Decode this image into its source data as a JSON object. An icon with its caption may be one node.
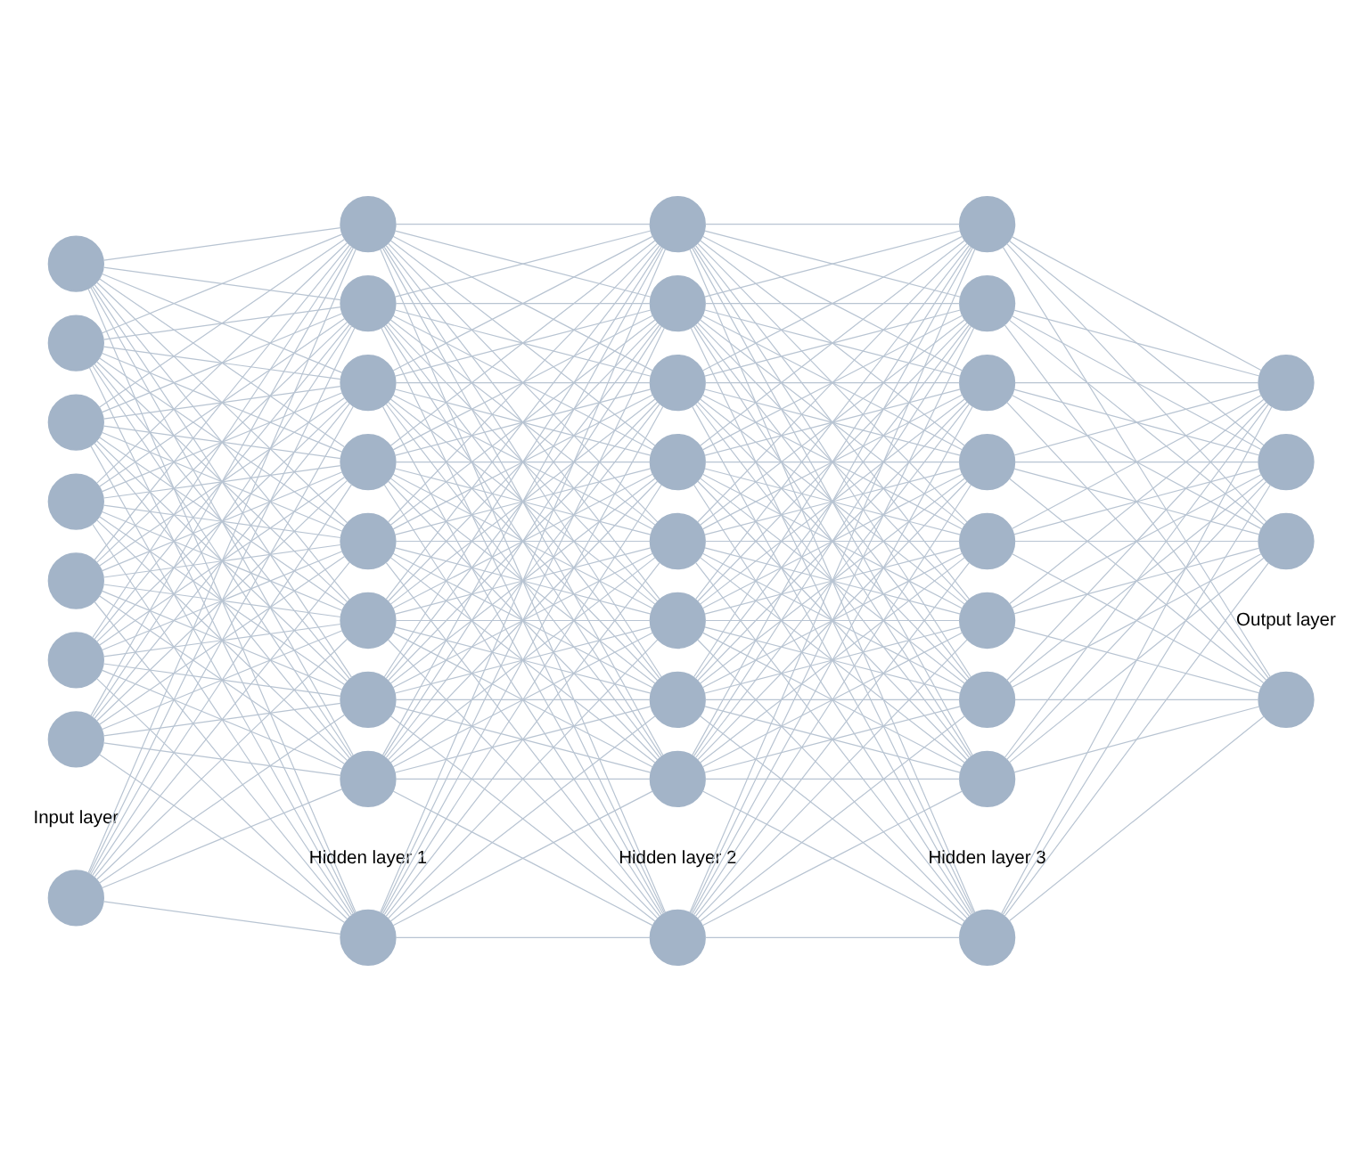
{
  "diagram": {
    "nodes": [
      {
        "text": [],
        "shape": "circle"
      },
      {
        "text": [],
        "shape": "circle"
      },
      {
        "text": [],
        "shape": "circle"
      },
      {
        "text": [],
        "shape": "circle"
      },
      {
        "text": [],
        "shape": "circle"
      },
      {
        "text": [],
        "shape": "circle"
      },
      {
        "text": [],
        "shape": "circle"
      },
      {
        "text": [],
        "shape": "circle"
      },
      {
        "text": [],
        "shape": "circle"
      },
      {
        "text": [],
        "shape": "circle"
      },
      {
        "text": [],
        "shape": "circle"
      },
      {
        "text": [],
        "shape": "circle"
      },
      {
        "text": [],
        "shape": "circle"
      },
      {
        "text": [],
        "shape": "circle"
      },
      {
        "text": [],
        "shape": "circle"
      },
      {
        "text": [],
        "shape": "circle"
      },
      {
        "text": [],
        "shape": "circle"
      },
      {
        "text": [],
        "shape": "circle"
      },
      {
        "text": [],
        "shape": "circle"
      },
      {
        "text": [],
        "shape": "circle"
      },
      {
        "text": [],
        "shape": "circle"
      },
      {
        "text": [],
        "shape": "circle"
      },
      {
        "text": [],
        "shape": "circle"
      },
      {
        "text": [],
        "shape": "circle"
      },
      {
        "text": [],
        "shape": "circle"
      },
      {
        "text": [],
        "shape": "circle"
      },
      {
        "text": [],
        "shape": "circle"
      },
      {
        "text": [],
        "shape": "circle"
      },
      {
        "text": [],
        "shape": "circle"
      },
      {
        "text": [],
        "shape": "circle"
      },
      {
        "text": [],
        "shape": "circle"
      },
      {
        "text": [],
        "shape": "circle"
      },
      {
        "text": [],
        "shape": "circle"
      },
      {
        "text": [],
        "shape": "circle"
      },
      {
        "text": [],
        "shape": "circle"
      },
      {
        "text": [],
        "shape": "circle"
      },
      {
        "text": [],
        "shape": "circle"
      },
      {
        "text": [],
        "shape": "circle"
      },
      {
        "text": [],
        "shape": "circle"
      }
    ],
    "edges": [
      {
        "from": 0,
        "to": 8,
        "arrow": "none"
      },
      {
        "from": 0,
        "to": 9,
        "arrow": "none"
      },
      {
        "from": 0,
        "to": 10,
        "arrow": "none"
      },
      {
        "from": 0,
        "to": 11,
        "arrow": "none"
      },
      {
        "from": 0,
        "to": 12,
        "arrow": "none"
      },
      {
        "from": 0,
        "to": 13,
        "arrow": "none"
      },
      {
        "from": 0,
        "to": 14,
        "arrow": "none"
      },
      {
        "from": 0,
        "to": 15,
        "arrow": "none"
      },
      {
        "from": 0,
        "to": 16,
        "arrow": "none"
      },
      {
        "from": 1,
        "to": 8,
        "arrow": "none"
      },
      {
        "from": 1,
        "to": 9,
        "arrow": "none"
      },
      {
        "from": 1,
        "to": 10,
        "arrow": "none"
      },
      {
        "from": 1,
        "to": 11,
        "arrow": "none"
      },
      {
        "from": 1,
        "to": 12,
        "arrow": "none"
      },
      {
        "from": 1,
        "to": 13,
        "arrow": "none"
      },
      {
        "from": 1,
        "to": 14,
        "arrow": "none"
      },
      {
        "from": 1,
        "to": 15,
        "arrow": "none"
      },
      {
        "from": 1,
        "to": 16,
        "arrow": "none"
      },
      {
        "from": 2,
        "to": 8,
        "arrow": "none"
      },
      {
        "from": 2,
        "to": 9,
        "arrow": "none"
      },
      {
        "from": 2,
        "to": 10,
        "arrow": "none"
      },
      {
        "from": 2,
        "to": 11,
        "arrow": "none"
      },
      {
        "from": 2,
        "to": 12,
        "arrow": "none"
      },
      {
        "from": 2,
        "to": 13,
        "arrow": "none"
      },
      {
        "from": 2,
        "to": 14,
        "arrow": "none"
      },
      {
        "from": 2,
        "to": 15,
        "arrow": "none"
      },
      {
        "from": 2,
        "to": 16,
        "arrow": "none"
      },
      {
        "from": 3,
        "to": 8,
        "arrow": "none"
      },
      {
        "from": 3,
        "to": 9,
        "arrow": "none"
      },
      {
        "from": 3,
        "to": 10,
        "arrow": "none"
      },
      {
        "from": 3,
        "to": 11,
        "arrow": "none"
      },
      {
        "from": 3,
        "to": 12,
        "arrow": "none"
      },
      {
        "from": 3,
        "to": 13,
        "arrow": "none"
      },
      {
        "from": 3,
        "to": 14,
        "arrow": "none"
      },
      {
        "from": 3,
        "to": 15,
        "arrow": "none"
      },
      {
        "from": 3,
        "to": 16,
        "arrow": "none"
      },
      {
        "from": 4,
        "to": 8,
        "arrow": "none"
      },
      {
        "from": 4,
        "to": 9,
        "arrow": "none"
      },
      {
        "from": 4,
        "to": 10,
        "arrow": "none"
      },
      {
        "from": 4,
        "to": 11,
        "arrow": "none"
      },
      {
        "from": 4,
        "to": 12,
        "arrow": "none"
      },
      {
        "from": 4,
        "to": 13,
        "arrow": "none"
      },
      {
        "from": 4,
        "to": 14,
        "arrow": "none"
      },
      {
        "from": 4,
        "to": 15,
        "arrow": "none"
      },
      {
        "from": 4,
        "to": 16,
        "arrow": "none"
      },
      {
        "from": 5,
        "to": 8,
        "arrow": "none"
      },
      {
        "from": 5,
        "to": 9,
        "arrow": "none"
      },
      {
        "from": 5,
        "to": 10,
        "arrow": "none"
      },
      {
        "from": 5,
        "to": 11,
        "arrow": "none"
      },
      {
        "from": 5,
        "to": 12,
        "arrow": "none"
      },
      {
        "from": 5,
        "to": 13,
        "arrow": "none"
      },
      {
        "from": 5,
        "to": 14,
        "arrow": "none"
      },
      {
        "from": 5,
        "to": 15,
        "arrow": "none"
      },
      {
        "from": 5,
        "to": 16,
        "arrow": "none"
      },
      {
        "from": 6,
        "to": 8,
        "arrow": "none"
      },
      {
        "from": 6,
        "to": 9,
        "arrow": "none"
      },
      {
        "from": 6,
        "to": 10,
        "arrow": "none"
      },
      {
        "from": 6,
        "to": 11,
        "arrow": "none"
      },
      {
        "from": 6,
        "to": 12,
        "arrow": "none"
      },
      {
        "from": 6,
        "to": 13,
        "arrow": "none"
      },
      {
        "from": 6,
        "to": 14,
        "arrow": "none"
      },
      {
        "from": 6,
        "to": 15,
        "arrow": "none"
      },
      {
        "from": 6,
        "to": 16,
        "arrow": "none"
      },
      {
        "from": 7,
        "to": 8,
        "arrow": "none"
      },
      {
        "from": 7,
        "to": 9,
        "arrow": "none"
      },
      {
        "from": 7,
        "to": 10,
        "arrow": "none"
      },
      {
        "from": 7,
        "to": 11,
        "arrow": "none"
      },
      {
        "from": 7,
        "to": 12,
        "arrow": "none"
      },
      {
        "from": 7,
        "to": 13,
        "arrow": "none"
      },
      {
        "from": 7,
        "to": 14,
        "arrow": "none"
      },
      {
        "from": 7,
        "to": 15,
        "arrow": "none"
      },
      {
        "from": 7,
        "to": 16,
        "arrow": "none"
      },
      {
        "from": 8,
        "to": 17,
        "arrow": "none"
      },
      {
        "from": 8,
        "to": 18,
        "arrow": "none"
      },
      {
        "from": 8,
        "to": 19,
        "arrow": "none"
      },
      {
        "from": 8,
        "to": 20,
        "arrow": "none"
      },
      {
        "from": 8,
        "to": 21,
        "arrow": "none"
      },
      {
        "from": 8,
        "to": 22,
        "arrow": "none"
      },
      {
        "from": 8,
        "to": 23,
        "arrow": "none"
      },
      {
        "from": 8,
        "to": 24,
        "arrow": "none"
      },
      {
        "from": 8,
        "to": 25,
        "arrow": "none"
      },
      {
        "from": 9,
        "to": 17,
        "arrow": "none"
      },
      {
        "from": 9,
        "to": 18,
        "arrow": "none"
      },
      {
        "from": 9,
        "to": 19,
        "arrow": "none"
      },
      {
        "from": 9,
        "to": 20,
        "arrow": "none"
      },
      {
        "from": 9,
        "to": 21,
        "arrow": "none"
      },
      {
        "from": 9,
        "to": 22,
        "arrow": "none"
      },
      {
        "from": 9,
        "to": 23,
        "arrow": "none"
      },
      {
        "from": 9,
        "to": 24,
        "arrow": "none"
      },
      {
        "from": 9,
        "to": 25,
        "arrow": "none"
      },
      {
        "from": 10,
        "to": 17,
        "arrow": "none"
      },
      {
        "from": 10,
        "to": 18,
        "arrow": "none"
      },
      {
        "from": 10,
        "to": 19,
        "arrow": "none"
      },
      {
        "from": 10,
        "to": 20,
        "arrow": "none"
      },
      {
        "from": 10,
        "to": 21,
        "arrow": "none"
      },
      {
        "from": 10,
        "to": 22,
        "arrow": "none"
      },
      {
        "from": 10,
        "to": 23,
        "arrow": "none"
      },
      {
        "from": 10,
        "to": 24,
        "arrow": "none"
      },
      {
        "from": 10,
        "to": 25,
        "arrow": "none"
      },
      {
        "from": 11,
        "to": 17,
        "arrow": "none"
      },
      {
        "from": 11,
        "to": 18,
        "arrow": "none"
      },
      {
        "from": 11,
        "to": 19,
        "arrow": "none"
      },
      {
        "from": 11,
        "to": 20,
        "arrow": "none"
      },
      {
        "from": 11,
        "to": 21,
        "arrow": "none"
      },
      {
        "from": 11,
        "to": 22,
        "arrow": "none"
      },
      {
        "from": 11,
        "to": 23,
        "arrow": "none"
      },
      {
        "from": 11,
        "to": 24,
        "arrow": "none"
      },
      {
        "from": 11,
        "to": 25,
        "arrow": "none"
      },
      {
        "from": 12,
        "to": 17,
        "arrow": "none"
      },
      {
        "from": 12,
        "to": 18,
        "arrow": "none"
      },
      {
        "from": 12,
        "to": 19,
        "arrow": "none"
      },
      {
        "from": 12,
        "to": 20,
        "arrow": "none"
      },
      {
        "from": 12,
        "to": 21,
        "arrow": "none"
      },
      {
        "from": 12,
        "to": 22,
        "arrow": "none"
      },
      {
        "from": 12,
        "to": 23,
        "arrow": "none"
      },
      {
        "from": 12,
        "to": 24,
        "arrow": "none"
      },
      {
        "from": 12,
        "to": 25,
        "arrow": "none"
      },
      {
        "from": 13,
        "to": 17,
        "arrow": "none"
      },
      {
        "from": 13,
        "to": 18,
        "arrow": "none"
      },
      {
        "from": 13,
        "to": 19,
        "arrow": "none"
      },
      {
        "from": 13,
        "to": 20,
        "arrow": "none"
      },
      {
        "from": 13,
        "to": 21,
        "arrow": "none"
      },
      {
        "from": 13,
        "to": 22,
        "arrow": "none"
      },
      {
        "from": 13,
        "to": 23,
        "arrow": "none"
      },
      {
        "from": 13,
        "to": 24,
        "arrow": "none"
      },
      {
        "from": 13,
        "to": 25,
        "arrow": "none"
      },
      {
        "from": 14,
        "to": 17,
        "arrow": "none"
      },
      {
        "from": 14,
        "to": 18,
        "arrow": "none"
      },
      {
        "from": 14,
        "to": 19,
        "arrow": "none"
      },
      {
        "from": 14,
        "to": 20,
        "arrow": "none"
      },
      {
        "from": 14,
        "to": 21,
        "arrow": "none"
      },
      {
        "from": 14,
        "to": 22,
        "arrow": "none"
      },
      {
        "from": 14,
        "to": 23,
        "arrow": "none"
      },
      {
        "from": 14,
        "to": 24,
        "arrow": "none"
      },
      {
        "from": 14,
        "to": 25,
        "arrow": "none"
      },
      {
        "from": 15,
        "to": 17,
        "arrow": "none"
      },
      {
        "from": 15,
        "to": 18,
        "arrow": "none"
      },
      {
        "from": 15,
        "to": 19,
        "arrow": "none"
      },
      {
        "from": 15,
        "to": 20,
        "arrow": "none"
      },
      {
        "from": 15,
        "to": 21,
        "arrow": "none"
      },
      {
        "from": 15,
        "to": 22,
        "arrow": "none"
      },
      {
        "from": 15,
        "to": 23,
        "arrow": "none"
      },
      {
        "from": 15,
        "to": 24,
        "arrow": "none"
      },
      {
        "from": 15,
        "to": 25,
        "arrow": "none"
      },
      {
        "from": 16,
        "to": 17,
        "arrow": "none"
      },
      {
        "from": 16,
        "to": 18,
        "arrow": "none"
      },
      {
        "from": 16,
        "to": 19,
        "arrow": "none"
      },
      {
        "from": 16,
        "to": 20,
        "arrow": "none"
      },
      {
        "from": 16,
        "to": 21,
        "arrow": "none"
      },
      {
        "from": 16,
        "to": 22,
        "arrow": "none"
      },
      {
        "from": 16,
        "to": 23,
        "arrow": "none"
      },
      {
        "from": 16,
        "to": 24,
        "arrow": "none"
      },
      {
        "from": 16,
        "to": 25,
        "arrow": "none"
      },
      {
        "from": 17,
        "to": 26,
        "arrow": "none"
      },
      {
        "from": 17,
        "to": 27,
        "arrow": "none"
      },
      {
        "from": 17,
        "to": 28,
        "arrow": "none"
      },
      {
        "from": 17,
        "to": 29,
        "arrow": "none"
      },
      {
        "from": 17,
        "to": 30,
        "arrow": "none"
      },
      {
        "from": 17,
        "to": 31,
        "arrow": "none"
      },
      {
        "from": 17,
        "to": 32,
        "arrow": "none"
      },
      {
        "from": 17,
        "to": 33,
        "arrow": "none"
      },
      {
        "from": 17,
        "to": 34,
        "arrow": "none"
      },
      {
        "from": 18,
        "to": 26,
        "arrow": "none"
      },
      {
        "from": 18,
        "to": 27,
        "arrow": "none"
      },
      {
        "from": 18,
        "to": 28,
        "arrow": "none"
      },
      {
        "from": 18,
        "to": 29,
        "arrow": "none"
      },
      {
        "from": 18,
        "to": 30,
        "arrow": "none"
      },
      {
        "from": 18,
        "to": 31,
        "arrow": "none"
      },
      {
        "from": 18,
        "to": 32,
        "arrow": "none"
      },
      {
        "from": 18,
        "to": 33,
        "arrow": "none"
      },
      {
        "from": 18,
        "to": 34,
        "arrow": "none"
      },
      {
        "from": 19,
        "to": 26,
        "arrow": "none"
      },
      {
        "from": 19,
        "to": 27,
        "arrow": "none"
      },
      {
        "from": 19,
        "to": 28,
        "arrow": "none"
      },
      {
        "from": 19,
        "to": 29,
        "arrow": "none"
      },
      {
        "from": 19,
        "to": 30,
        "arrow": "none"
      },
      {
        "from": 19,
        "to": 31,
        "arrow": "none"
      },
      {
        "from": 19,
        "to": 32,
        "arrow": "none"
      },
      {
        "from": 19,
        "to": 33,
        "arrow": "none"
      },
      {
        "from": 19,
        "to": 34,
        "arrow": "none"
      },
      {
        "from": 20,
        "to": 26,
        "arrow": "none"
      },
      {
        "from": 20,
        "to": 27,
        "arrow": "none"
      },
      {
        "from": 20,
        "to": 28,
        "arrow": "none"
      },
      {
        "from": 20,
        "to": 29,
        "arrow": "none"
      },
      {
        "from": 20,
        "to": 30,
        "arrow": "none"
      },
      {
        "from": 20,
        "to": 31,
        "arrow": "none"
      },
      {
        "from": 20,
        "to": 32,
        "arrow": "none"
      },
      {
        "from": 20,
        "to": 33,
        "arrow": "none"
      },
      {
        "from": 20,
        "to": 34,
        "arrow": "none"
      },
      {
        "from": 21,
        "to": 26,
        "arrow": "none"
      },
      {
        "from": 21,
        "to": 27,
        "arrow": "none"
      },
      {
        "from": 21,
        "to": 28,
        "arrow": "none"
      },
      {
        "from": 21,
        "to": 29,
        "arrow": "none"
      },
      {
        "from": 21,
        "to": 30,
        "arrow": "none"
      },
      {
        "from": 21,
        "to": 31,
        "arrow": "none"
      },
      {
        "from": 21,
        "to": 32,
        "arrow": "none"
      },
      {
        "from": 21,
        "to": 33,
        "arrow": "none"
      },
      {
        "from": 21,
        "to": 34,
        "arrow": "none"
      },
      {
        "from": 22,
        "to": 26,
        "arrow": "none"
      },
      {
        "from": 22,
        "to": 27,
        "arrow": "none"
      },
      {
        "from": 22,
        "to": 28,
        "arrow": "none"
      },
      {
        "from": 22,
        "to": 29,
        "arrow": "none"
      },
      {
        "from": 22,
        "to": 30,
        "arrow": "none"
      },
      {
        "from": 22,
        "to": 31,
        "arrow": "none"
      },
      {
        "from": 22,
        "to": 32,
        "arrow": "none"
      },
      {
        "from": 22,
        "to": 33,
        "arrow": "none"
      },
      {
        "from": 22,
        "to": 34,
        "arrow": "none"
      },
      {
        "from": 23,
        "to": 26,
        "arrow": "none"
      },
      {
        "from": 23,
        "to": 27,
        "arrow": "none"
      },
      {
        "from": 23,
        "to": 28,
        "arrow": "none"
      },
      {
        "from": 23,
        "to": 29,
        "arrow": "none"
      },
      {
        "from": 23,
        "to": 30,
        "arrow": "none"
      },
      {
        "from": 23,
        "to": 31,
        "arrow": "none"
      },
      {
        "from": 23,
        "to": 32,
        "arrow": "none"
      },
      {
        "from": 23,
        "to": 33,
        "arrow": "none"
      },
      {
        "from": 23,
        "to": 34,
        "arrow": "none"
      },
      {
        "from": 24,
        "to": 26,
        "arrow": "none"
      },
      {
        "from": 24,
        "to": 27,
        "arrow": "none"
      },
      {
        "from": 24,
        "to": 28,
        "arrow": "none"
      },
      {
        "from": 24,
        "to": 29,
        "arrow": "none"
      },
      {
        "from": 24,
        "to": 30,
        "arrow": "none"
      },
      {
        "from": 24,
        "to": 31,
        "arrow": "none"
      },
      {
        "from": 24,
        "to": 32,
        "arrow": "none"
      },
      {
        "from": 24,
        "to": 33,
        "arrow": "none"
      },
      {
        "from": 24,
        "to": 34,
        "arrow": "none"
      },
      {
        "from": 25,
        "to": 26,
        "arrow": "none"
      },
      {
        "from": 25,
        "to": 27,
        "arrow": "none"
      },
      {
        "from": 25,
        "to": 28,
        "arrow": "none"
      },
      {
        "from": 25,
        "to": 29,
        "arrow": "none"
      },
      {
        "from": 25,
        "to": 30,
        "arrow": "none"
      },
      {
        "from": 25,
        "to": 31,
        "arrow": "none"
      },
      {
        "from": 25,
        "to": 32,
        "arrow": "none"
      },
      {
        "from": 25,
        "to": 33,
        "arrow": "none"
      },
      {
        "from": 25,
        "to": 34,
        "arrow": "none"
      },
      {
        "from": 26,
        "to": 35,
        "arrow": "none"
      },
      {
        "from": 26,
        "to": 36,
        "arrow": "none"
      },
      {
        "from": 26,
        "to": 37,
        "arrow": "none"
      },
      {
        "from": 26,
        "to": 38,
        "arrow": "none"
      },
      {
        "from": 27,
        "to": 35,
        "arrow": "none"
      },
      {
        "from": 27,
        "to": 36,
        "arrow": "none"
      },
      {
        "from": 27,
        "to": 37,
        "arrow": "none"
      },
      {
        "from": 27,
        "to": 38,
        "arrow": "none"
      },
      {
        "from": 28,
        "to": 35,
        "arrow": "none"
      },
      {
        "from": 28,
        "to": 36,
        "arrow": "none"
      },
      {
        "from": 28,
        "to": 37,
        "arrow": "none"
      },
      {
        "from": 28,
        "to": 38,
        "arrow": "none"
      },
      {
        "from": 29,
        "to": 35,
        "arrow": "none"
      },
      {
        "from": 29,
        "to": 36,
        "arrow": "none"
      },
      {
        "from": 29,
        "to": 37,
        "arrow": "none"
      },
      {
        "from": 29,
        "to": 38,
        "arrow": "none"
      },
      {
        "from": 30,
        "to": 35,
        "arrow": "none"
      },
      {
        "from": 30,
        "to": 36,
        "arrow": "none"
      },
      {
        "from": 30,
        "to": 37,
        "arrow": "none"
      },
      {
        "from": 30,
        "to": 38,
        "arrow": "none"
      },
      {
        "from": 31,
        "to": 35,
        "arrow": "none"
      },
      {
        "from": 31,
        "to": 36,
        "arrow": "none"
      },
      {
        "from": 31,
        "to": 37,
        "arrow": "none"
      },
      {
        "from": 31,
        "to": 38,
        "arrow": "none"
      },
      {
        "from": 32,
        "to": 35,
        "arrow": "none"
      },
      {
        "from": 32,
        "to": 36,
        "arrow": "none"
      },
      {
        "from": 32,
        "to": 37,
        "arrow": "none"
      },
      {
        "from": 32,
        "to": 38,
        "arrow": "none"
      },
      {
        "from": 33,
        "to": 35,
        "arrow": "none"
      },
      {
        "from": 33,
        "to": 36,
        "arrow": "none"
      },
      {
        "from": 33,
        "to": 37,
        "arrow": "none"
      },
      {
        "from": 33,
        "to": 38,
        "arrow": "none"
      },
      {
        "from": 34,
        "to": 35,
        "arrow": "none"
      },
      {
        "from": 34,
        "to": 36,
        "arrow": "none"
      },
      {
        "from": 34,
        "to": 37,
        "arrow": "none"
      },
      {
        "from": 34,
        "to": 38,
        "arrow": "none"
      }
    ],
    "labels": [
      "Input layer",
      "Hidden layer 1",
      "Hidden layer 2",
      "Hidden layer 3",
      "Output layer"
    ]
  }
}
